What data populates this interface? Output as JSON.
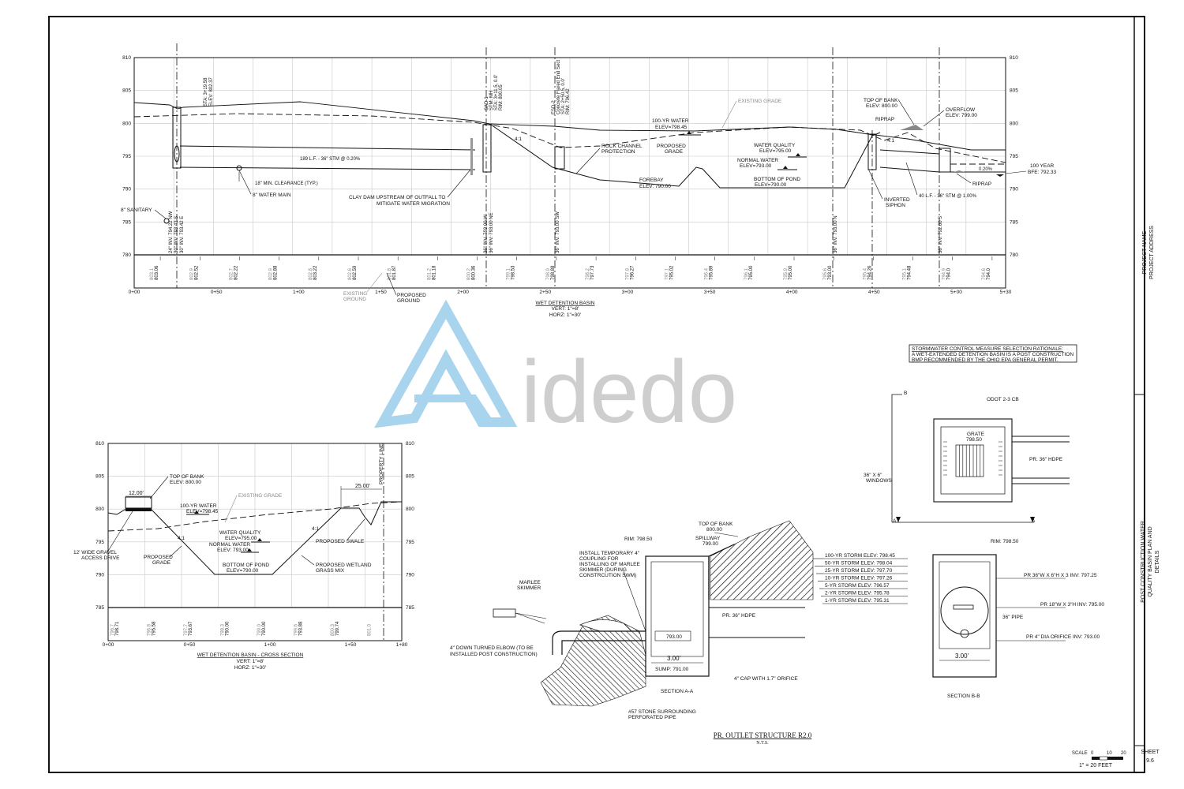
{
  "title_block": {
    "project_name": "PROJECT NAME",
    "project_address": "PROJECT ADDRESS",
    "sheet_title_1": "POST CONSTRUCTION WATER",
    "sheet_title_2": "QUALITY BASIN PLAN AND",
    "sheet_title_3": "DETAILS",
    "sheet_label": "SHEET",
    "sheet_number": "9.6"
  },
  "scale_bar": {
    "label": "SCALE",
    "ticks": [
      "0",
      "10",
      "20"
    ],
    "ratio": "1\" = 20 FEET"
  },
  "watermark": "idedo",
  "profile": {
    "elev_ticks": [
      "810",
      "805",
      "800",
      "795",
      "790",
      "785",
      "780"
    ],
    "stations": [
      "0+00",
      "0+50",
      "1+00",
      "1+50",
      "2+00",
      "2+50",
      "3+00",
      "3+50",
      "4+00",
      "4+50",
      "5+00",
      "5+30"
    ],
    "bottom_values": [
      [
        "803.1",
        "803.06"
      ],
      [
        "802.9",
        "802.52"
      ],
      [
        "802.7",
        "802.22"
      ],
      [
        "802.9",
        "802.88"
      ],
      [
        "802.8",
        "803.22"
      ],
      [
        "802.6",
        "802.59"
      ],
      [
        "801.8",
        "801.87"
      ],
      [
        "801.2",
        "801.18"
      ],
      [
        "800.2",
        "800.36"
      ],
      [
        "799.1",
        "798.53"
      ],
      [
        "798.9",
        "798.88"
      ],
      [
        "798.2",
        "797.73"
      ],
      [
        "797.8",
        "796.27"
      ],
      [
        "797.1",
        "795.02"
      ],
      [
        "796.4",
        "795.89"
      ],
      [
        "796.1",
        "795.00"
      ],
      [
        "795.9",
        "795.00"
      ],
      [
        "795.6",
        "793.00"
      ],
      [
        "795.4",
        "794.26"
      ],
      [
        "795.1",
        "794.48"
      ],
      [
        "794.9",
        "794.0"
      ],
      [
        "794.6",
        "794.0"
      ]
    ],
    "vert_labels": {
      "sta_left": "STA: 3+19.58",
      "elev_left": "ELEV: 802.37",
      "mh1": "SAD-1",
      "mh2": "STM. MH",
      "mh3": "STA: 3+11.5, 0.0'",
      "mh4": "RIM: 800.05",
      "es1": "ESD-2",
      "es2": "Concrete Flared End Sect",
      "es3": "STA: 2+50.5, 0.0'",
      "es4": "RIM: 796.42",
      "inv_a1": "24\" INV. 794.22 NW",
      "inv_a2": "30\" INV. 793.42 S",
      "inv_a3": "30\" INV. 793.42 E",
      "inv_b1": "36\" INV. 793.00 W",
      "inv_b2": "36\" INV. 793.00 NE",
      "inv_c1": "36\" INV. 793.00 SW",
      "inv_d1": "36\" INV. 793.00 N",
      "inv_e1": "36\" INV. 792.60 S"
    },
    "labels": {
      "sanitary": "8\" SANITARY",
      "clearance": "18\" MIN. CLEARANCE (TYP.)",
      "water_main": "8\" WATER MAIN",
      "pipe": "189 L.F. - 36\" STM @ 0.20%",
      "clay_dam_1": "CLAY DAM UPSTREAM OF OUTFALL TO",
      "clay_dam_2": "MITIGATE WATER MIGRATION",
      "slope": "4:1",
      "rock_1": "ROCK CHANNEL",
      "rock_2": "PROTECTION",
      "forebay_1": "FOREBAY",
      "forebay_2": "ELEV: 790.00",
      "yr100_1": "100-YR WATER",
      "yr100_2": "ELEV=798.45",
      "prop_grade_1": "PROPOSED",
      "prop_grade_2": "GRADE",
      "existing_grade": "EXISTING GRADE",
      "wq_1": "WATER QUALITY",
      "wq_2": "ELEV=795.00",
      "nw_1": "NORMAL WATER",
      "nw_2": "ELEV=793.00",
      "bop_1": "BOTTOM OF POND",
      "bop_2": "ELEV=790.00",
      "tob_1": "TOP OF BANK",
      "tob_2": "ELEV: 800.00",
      "riprap": "RIPRAP",
      "overflow_1": "OVERFLOW",
      "overflow_2": "ELEV: 799.00",
      "slope_r": "4:1",
      "inverted_1": "INVERTED",
      "inverted_2": "SIPHON",
      "pipe_r": "40 L.F. - 36\" STM @ 1.00%",
      "pct": "0.20%",
      "bfe_1": "100 YEAR",
      "bfe_2": "BFE: 792.33",
      "riprap_2": "RIPRAP",
      "existing_ground_1": "EXISTING",
      "existing_ground_2": "GROUND",
      "proposed_ground_1": "PROPOSED",
      "proposed_ground_2": "GROUND"
    },
    "caption": {
      "title": "WET DETENTION BASIN",
      "vert": "VERT: 1\"=8'",
      "horz": "HORZ: 1\"=30'"
    }
  },
  "rationale": {
    "line1": "STORMWATER CONTROL MEASURE SELECTION RATIONALE:",
    "line2": "A WET-EXTENDED DETENTION BASIN IS A POST CONSTRUCTION",
    "line3": "BMP RECOMMENDED BY THE OHIO EPA GENERAL PERMIT."
  },
  "cross_section": {
    "elev_ticks": [
      "810",
      "805",
      "800",
      "795",
      "790",
      "785"
    ],
    "stations": [
      "0+00",
      "0+50",
      "1+00",
      "1+50",
      "1+80"
    ],
    "bottom_values": [
      [
        "796.7",
        "798.71"
      ],
      [
        "796.8",
        "795.58"
      ],
      [
        "797.7",
        "793.67"
      ],
      [
        "798.3",
        "790.00"
      ],
      [
        "799.0",
        "790.00"
      ],
      [
        "799.6",
        "793.88"
      ],
      [
        "800.3",
        "799.74"
      ],
      [
        "801.0",
        ""
      ]
    ],
    "labels": {
      "width_12": "12.00'",
      "tob_1": "TOP OF BANK",
      "tob_2": "ELEV: 800.00",
      "existing_grade": "EXISTING GRADE",
      "width_25": "25.00'",
      "property_line": "PROPERTY LINE",
      "yr100_1": "100-YR WATER",
      "yr100_2": "ELEV=798.45",
      "wq_1": "WATER QUALITY",
      "wq_2": "ELEV=795.00",
      "nw_1": "NORMAL WATER",
      "nw_2": "ELEV: 793.00",
      "swale": "PROPOSED SWALE",
      "gravel_1": "12' WIDE GRAVEL",
      "gravel_2": "ACCESS DRIVE",
      "prop_grade_1": "PROPOSED",
      "prop_grade_2": "GRADE",
      "slope_l": "4:1",
      "slope_r": "4:1",
      "bop_1": "BOTTOM OF POND",
      "bop_2": "ELEV=790.00",
      "wetland_1": "PROPOSED WETLAND",
      "wetland_2": "GRASS MIX"
    },
    "caption": {
      "title": "WET DETENTION BASIN - CROSS SECTION",
      "vert": "VERT: 1\"=8'",
      "horz": "HORZ: 1\"=30'"
    }
  },
  "plan_view": {
    "title": "ODOT 2-3 CB",
    "grate_1": "GRATE",
    "grate_2": "798.50",
    "hdpe": "PR. 36\" HDPE",
    "windows_1": "36\" X 6\"",
    "windows_2": "WINDOWS",
    "rim": "RIM: 798.50",
    "b_label": "B",
    "a_label": "A"
  },
  "section_aa": {
    "rim": "RIM: 798.50",
    "tob_1": "TOP OF BANK",
    "tob_2": "800.00",
    "spill_1": "SPILLWAY",
    "spill_2": "799.00",
    "install_1": "INSTALL TEMPORARY 4\"",
    "install_2": "COUPLING FOR",
    "install_3": "INSTALLING OF MARLEE",
    "install_4": "SKIMMER (DURING",
    "install_5": "CONSTRCUTION SWM)",
    "marlee_1": "MARLEE",
    "marlee_2": "SKIMMER",
    "hdpe": "PR. 36\" HDPE",
    "inv": "793.00",
    "width": "3.00'",
    "sump": "SUMP: 791.00",
    "elbow_1": "4\" DOWN TURNED ELBOW (TO BE",
    "elbow_2": "INSTALLED POST CONSTRUCTION)",
    "cap": "4\" CAP WITH 1.7\" ORIFICE",
    "section": "SECTION A-A",
    "stone_1": "#57 STONE SURROUNDING",
    "stone_2": "PERFORATED PIPE"
  },
  "storm_elevs": [
    "100-YR STORM ELEV: 798.45",
    "50-YR STORM ELEV: 798.04",
    "25-YR STORM ELEV: 797.70",
    "10-YR STORM ELEV: 797.26",
    "5-YR STORM ELEV: 796.57",
    "2-YR STORM ELEV: 795.78",
    "1-YR STORM ELEV: 795.31"
  ],
  "section_bb": {
    "inv1": "PR 36\"W X 6\"H X 3 INV: 797.25",
    "inv2": "PR 18\"W X 3\"H INV: 795.00",
    "inv3": "PR 4\" DIA ORIFICE INV: 793.00",
    "pipe": "36\" PIPE",
    "width": "3.00'",
    "section": "SECTION B-B"
  },
  "outlet_title": {
    "title": "PR. OUTLET STRUCTURE R2.0",
    "sub": "N.T.S."
  }
}
